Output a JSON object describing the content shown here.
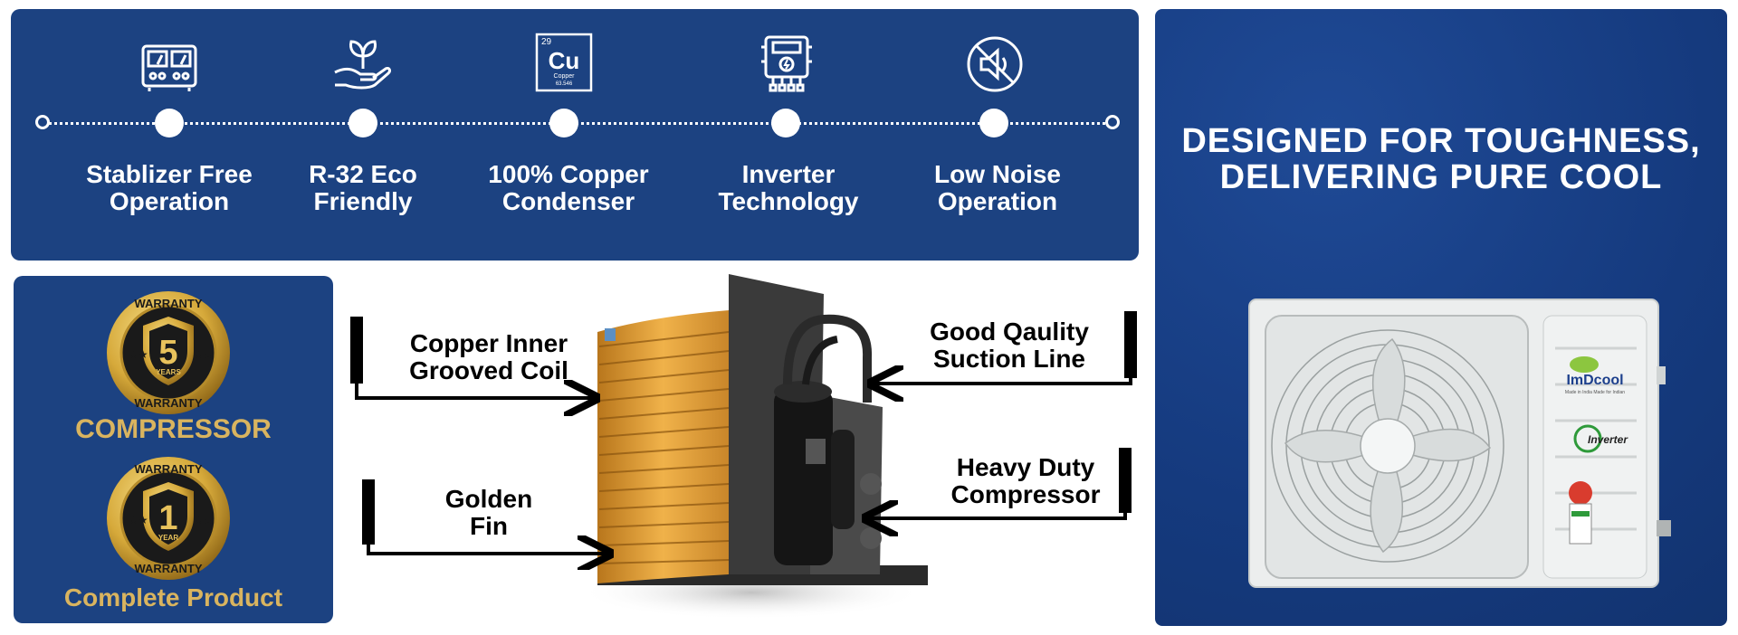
{
  "features": [
    {
      "icon": "voltage-meter-icon",
      "label": "Stablizer Free\nOperation"
    },
    {
      "icon": "eco-plant-hand-icon",
      "label": "R-32 Eco\nFriendly"
    },
    {
      "icon": "copper-element-icon",
      "label": "100% Copper\nCondenser",
      "element": {
        "number": "29",
        "symbol": "Cu",
        "name": "Copper",
        "mass": "63.546"
      }
    },
    {
      "icon": "inverter-board-icon",
      "label": "Inverter\nTechnology"
    },
    {
      "icon": "no-noise-icon",
      "label": "Low Noise\nOperation"
    }
  ],
  "warranty": {
    "badges": [
      {
        "years": "5",
        "unit": "YEARS",
        "top_text": "WARRANTY",
        "bottom_text": "WARRANTY",
        "caption": "COMPRESSOR"
      },
      {
        "years": "1",
        "unit": "YEAR",
        "top_text": "WARRANTY",
        "bottom_text": "WARRANTY",
        "caption": "Complete Product"
      }
    ]
  },
  "callouts": {
    "coil": "Copper Inner\nGrooved Coil",
    "fin": "Golden\nFin",
    "suction": "Good Qaulity\nSuction Line",
    "compressor": "Heavy Duty\nCompressor"
  },
  "hero": {
    "title": "DESIGNED FOR TOUGHNESS,\nDELIVERING PURE COOL",
    "unit_brand": "ImDcool",
    "unit_tagline": "Made in India Made for Indian",
    "inverter_label": "Inverter"
  },
  "colors": {
    "navy": "#1c4281",
    "gold": "#d9b45f",
    "copper": "#d9962f"
  }
}
